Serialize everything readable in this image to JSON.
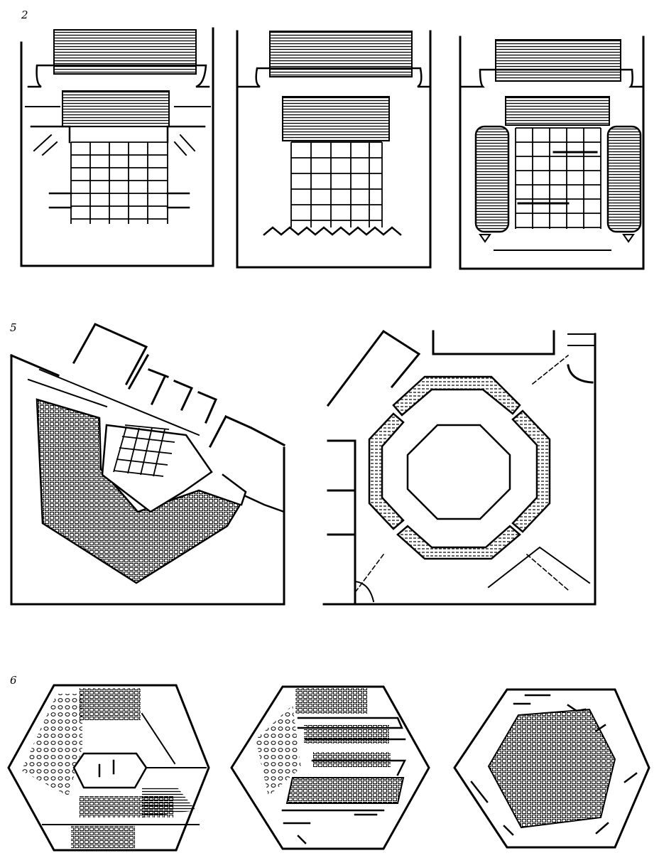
{
  "figure": {
    "row_markers": [
      "2",
      "5",
      "6"
    ],
    "rows": [
      {
        "name": "rectangular-hall-plans",
        "panel_count": 3
      },
      {
        "name": "angled-and-octagonal-hall-plans",
        "panel_count": 2
      },
      {
        "name": "hexagonal-hall-plans",
        "panel_count": 3
      }
    ],
    "ink_color": "#000000",
    "paper_color": "#ffffff"
  }
}
